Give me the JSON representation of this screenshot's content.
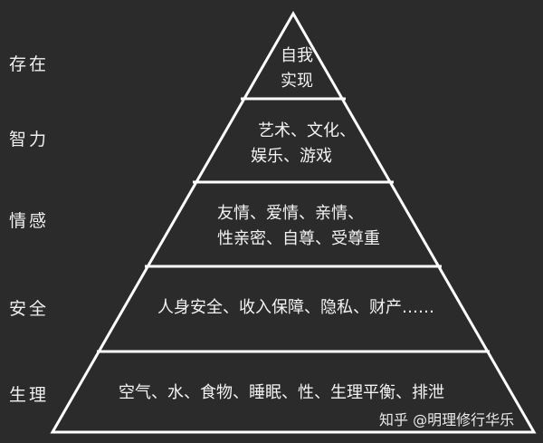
{
  "diagram": {
    "type": "pyramid",
    "background_color": "#2b2b2b",
    "line_color": "#ffffff",
    "text_color": "#f2f2f2",
    "levels": [
      {
        "category": "存在",
        "content_lines": [
          "自我",
          "实现"
        ]
      },
      {
        "category": "智力",
        "content_lines": [
          "艺术、文化、",
          "娱乐、游戏"
        ]
      },
      {
        "category": "情感",
        "content_lines": [
          "友情、爱情、亲情、",
          "性亲密、自尊、受尊重"
        ]
      },
      {
        "category": "安全",
        "content_lines": [
          "人身安全、收入保障、隐私、财产……"
        ]
      },
      {
        "category": "生理",
        "content_lines": [
          "空气、水、食物、睡眠、性、生理平衡、排泄"
        ]
      }
    ]
  },
  "watermark": "知乎 @明理修行华乐"
}
